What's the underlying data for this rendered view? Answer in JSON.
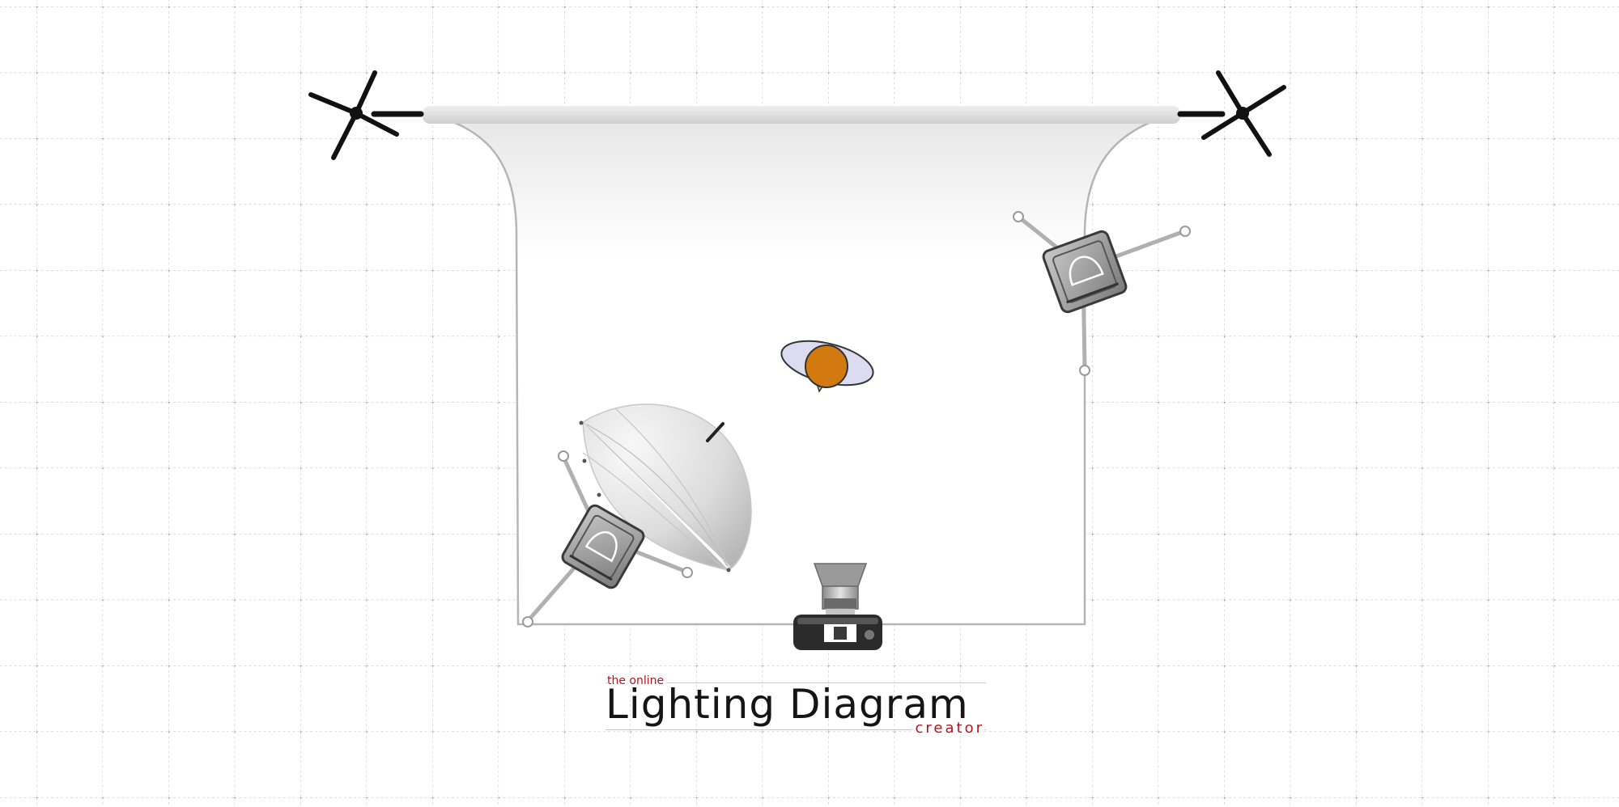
{
  "logo": {
    "line_top": "the online",
    "line_main": "Lighting Diagram",
    "line_bottom": "creator"
  },
  "colors": {
    "grid_line": "#c9c9c9",
    "backdrop_paper": "#ffffff",
    "backdrop_bar": "#d6d6d6",
    "stand": "#111111",
    "subject_head": "#d2790f",
    "subject_shoulders": "#dcdcf0",
    "logo_red": "#b3141e",
    "logo_dark": "#151515"
  },
  "icons": [
    "backdrop-stand-left-icon",
    "backdrop-stand-right-icon",
    "backdrop-paper-icon",
    "strobe-light-icon",
    "umbrella-icon",
    "subject-person-icon",
    "camera-icon"
  ]
}
